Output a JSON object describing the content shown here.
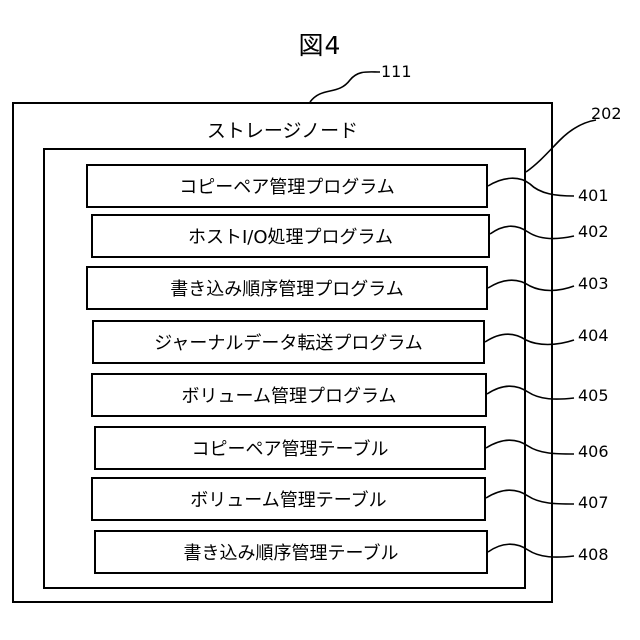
{
  "figure": {
    "title": "図4"
  },
  "storage_node": {
    "label": "ストレージノード",
    "ref": "111"
  },
  "memory": {
    "ref": "202"
  },
  "programs": [
    {
      "label": "コピーペア管理プログラム",
      "ref": "401"
    },
    {
      "label": "ホストI/O処理プログラム",
      "ref": "402"
    },
    {
      "label": "書き込み順序管理プログラム",
      "ref": "403"
    },
    {
      "label": "ジャーナルデータ転送プログラム",
      "ref": "404"
    },
    {
      "label": "ボリューム管理プログラム",
      "ref": "405"
    },
    {
      "label": "コピーペア管理テーブル",
      "ref": "406"
    },
    {
      "label": "ボリューム管理テーブル",
      "ref": "407"
    },
    {
      "label": "書き込み順序管理テーブル",
      "ref": "408"
    }
  ]
}
